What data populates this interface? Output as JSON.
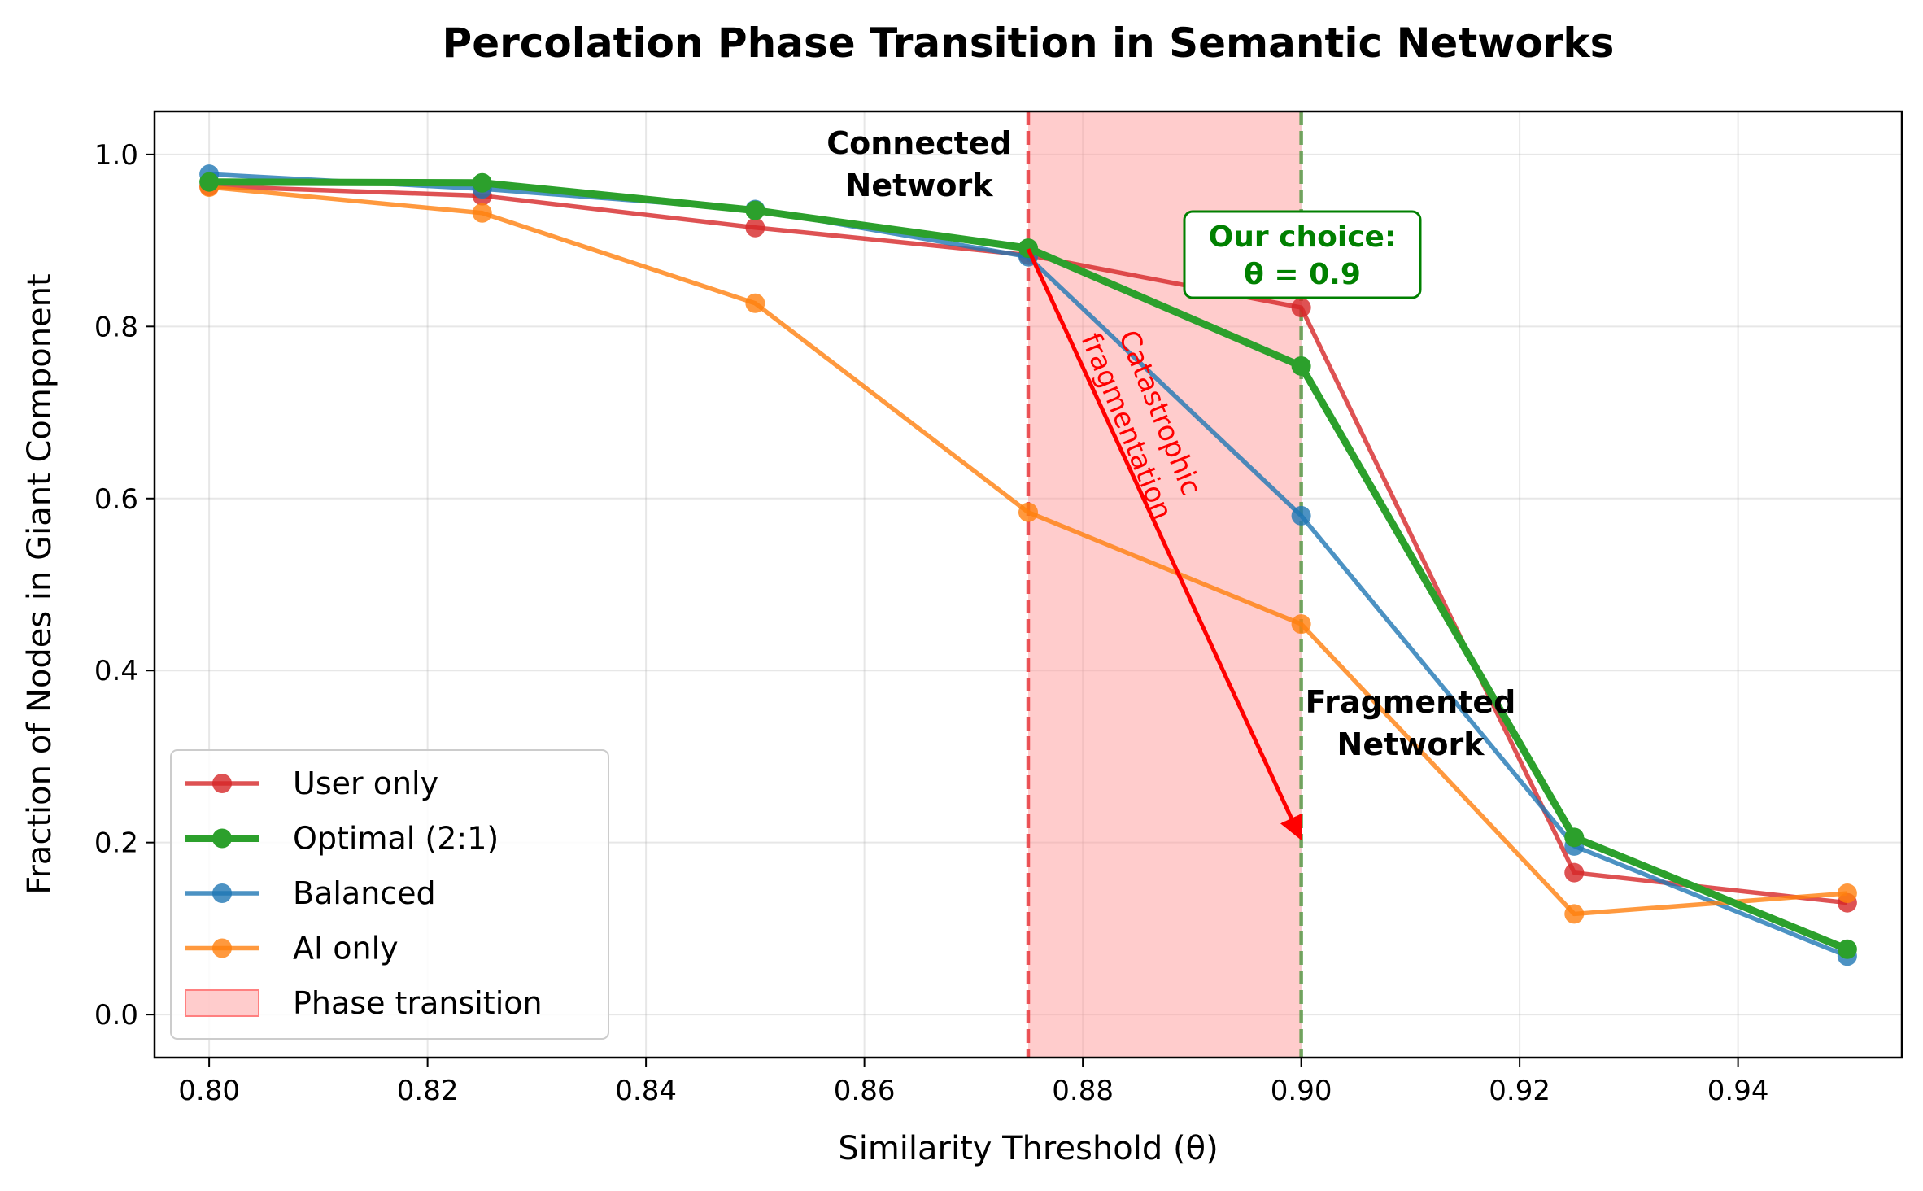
{
  "chart_data": {
    "type": "line",
    "title": "Percolation Phase Transition in Semantic Networks",
    "xlabel": "Similarity Threshold (θ)",
    "ylabel": "Fraction of Nodes in Giant Component",
    "xlim": [
      0.795,
      0.955
    ],
    "ylim": [
      -0.05,
      1.05
    ],
    "x_ticks": [
      0.8,
      0.82,
      0.84,
      0.86,
      0.88,
      0.9,
      0.92,
      0.94
    ],
    "x_tick_labels": [
      "0.80",
      "0.82",
      "0.84",
      "0.86",
      "0.88",
      "0.90",
      "0.92",
      "0.94"
    ],
    "y_ticks": [
      0.0,
      0.2,
      0.4,
      0.6,
      0.8,
      1.0
    ],
    "y_tick_labels": [
      "0.0",
      "0.2",
      "0.4",
      "0.6",
      "0.8",
      "1.0"
    ],
    "grid": true,
    "legend_position": "bottom-left",
    "x": [
      0.8,
      0.825,
      0.85,
      0.875,
      0.9,
      0.925,
      0.95
    ],
    "series": [
      {
        "name": "User only",
        "color": "#d62728",
        "values": [
          0.963,
          0.952,
          0.915,
          0.883,
          0.822,
          0.165,
          0.13
        ]
      },
      {
        "name": "Optimal (2:1)",
        "color": "#2ca02c",
        "values": [
          0.968,
          0.967,
          0.935,
          0.891,
          0.754,
          0.206,
          0.076
        ]
      },
      {
        "name": "Balanced",
        "color": "#1f77b4",
        "values": [
          0.977,
          0.96,
          0.936,
          0.881,
          0.58,
          0.196,
          0.068
        ]
      },
      {
        "name": "AI only",
        "color": "#ff7f0e",
        "values": [
          0.962,
          0.932,
          0.827,
          0.584,
          0.454,
          0.117,
          0.141
        ]
      }
    ],
    "shaded_region": {
      "name": "Phase transition",
      "x_range": [
        0.875,
        0.9
      ],
      "color": "#ff9999"
    },
    "vertical_lines": [
      {
        "x": 0.875,
        "color": "#e8383d"
      },
      {
        "x": 0.9,
        "color": "#5a9a4a"
      }
    ],
    "annotations": {
      "connected": [
        "Connected",
        "Network"
      ],
      "fragmented": [
        "Fragmented",
        "Network"
      ],
      "choice": [
        "Our choice:",
        "θ = 0.9"
      ],
      "catastrophic": [
        "Catastrophic",
        "fragmentation"
      ]
    },
    "arrow": {
      "from": [
        0.875,
        0.89
      ],
      "to": [
        0.9,
        0.2
      ],
      "color": "#ff0000"
    }
  }
}
